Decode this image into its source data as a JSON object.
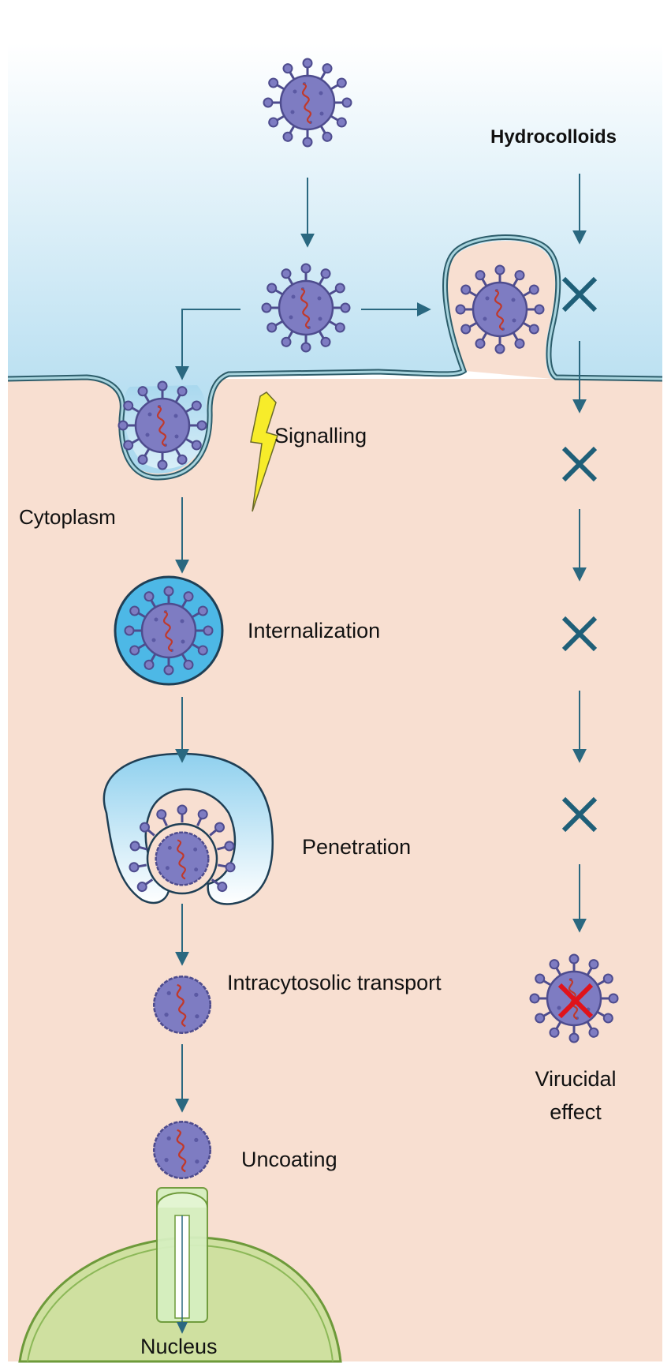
{
  "labels": {
    "hydrocolloids": "Hydrocolloids",
    "signalling": "Signalling",
    "cytoplasm": "Cytoplasm",
    "internalization": "Internalization",
    "penetration": "Penetration",
    "intracytosolic_transport": "Intracytosolic transport",
    "uncoating": "Uncoating",
    "nucleus": "Nucleus",
    "virucidal_line1": "Virucidal",
    "virucidal_line2": "effect"
  },
  "colors": {
    "extracellular_top": "#ffffff",
    "extracellular_bottom": "#a9d8ee",
    "cytoplasm": "#f8dfd1",
    "membrane": "#6aa8b8",
    "membrane_outline": "#2c5c6a",
    "virus_body": "#7e7cc2",
    "virus_outline": "#4e4c8e",
    "rna": "#c0392b",
    "arrow": "#2a6880",
    "block_cross": "#1f5f78",
    "virucidal_cross": "#e0131b",
    "lightning": "#f7ec2a",
    "nucleus_fill": "#cfe0a0",
    "nucleus_outline": "#6d9a3a",
    "endosome_fill": "#4db8e6",
    "pore_fill": "#d6efc0"
  },
  "icons": {
    "virus": "virus-icon",
    "block": "block-cross-icon",
    "lightning": "lightning-icon",
    "nuclear_pore": "nuclear-pore-icon"
  }
}
